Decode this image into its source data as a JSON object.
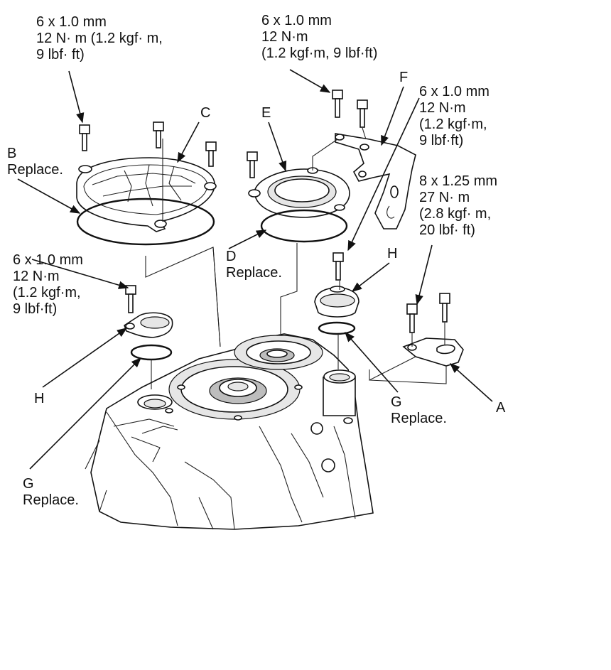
{
  "labels": {
    "top_left_spec": [
      "6 x 1.0 mm",
      "12 N·  m (1.2 kgf·  m,",
      "9 lbf·  ft)"
    ],
    "top_mid_spec": [
      "6 x 1.0 mm",
      "12 N·m",
      "(1.2 kgf·m, 9 lbf·ft)"
    ],
    "right_spec_1": [
      "6 x 1.0 mm",
      "12 N·m",
      "(1.2 kgf·m,",
      "9 lbf·ft)"
    ],
    "right_spec_2": [
      "8 x 1.25 mm",
      "27 N·  m",
      "(2.8 kgf·  m,",
      "20 lbf·  ft)"
    ],
    "left_spec": [
      "6 x 1.0 mm",
      "12 N·m",
      "(1.2 kgf·m,",
      "9 lbf·ft)"
    ],
    "part_b": [
      "B",
      "Replace."
    ],
    "part_c": [
      "C"
    ],
    "part_e": [
      "E"
    ],
    "part_f": [
      "F"
    ],
    "part_d": [
      "D",
      "Replace."
    ],
    "part_h_right": [
      "H"
    ],
    "part_h_left": [
      "H"
    ],
    "part_g_right": [
      "G",
      "Replace."
    ],
    "part_g_left": [
      "G",
      "Replace."
    ],
    "part_a": [
      "A"
    ]
  }
}
